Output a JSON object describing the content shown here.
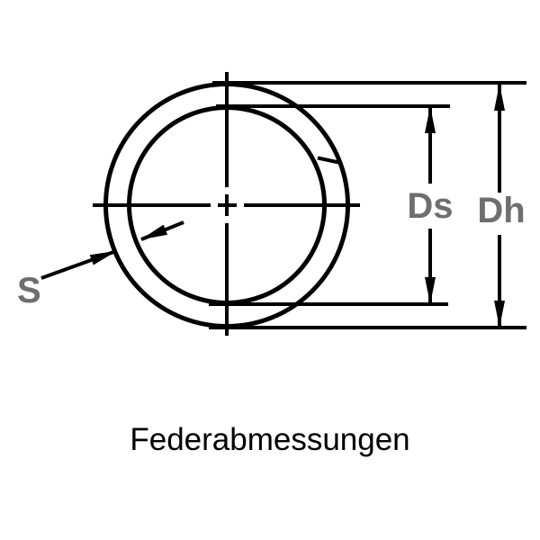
{
  "diagram": {
    "caption": "Federabmessungen",
    "labels": {
      "thickness": "S",
      "inner_diameter": "Ds",
      "outer_diameter": "Dh"
    },
    "colors": {
      "line": "#000000",
      "label_gray": "#6e6e6e",
      "background": "#ffffff"
    }
  }
}
